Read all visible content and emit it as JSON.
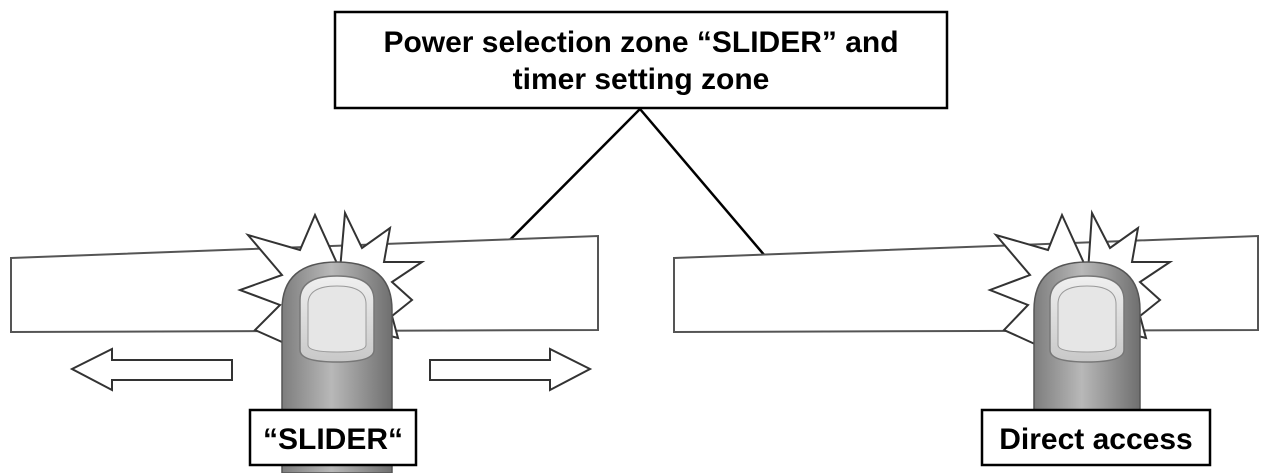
{
  "callout": {
    "line1": "Power selection zone “SLIDER” and",
    "line2": "timer setting zone"
  },
  "left_label": "“SLIDER“",
  "right_label": "Direct access",
  "icons": {
    "finger": "finger-touch-icon",
    "burst": "touch-burst-icon",
    "arrow_left": "arrow-left-icon",
    "arrow_right": "arrow-right-icon"
  },
  "colors": {
    "line": "#000000",
    "panel_stroke": "#555555",
    "finger_fill": "#a9a9a9",
    "nail_fill": "#d9d9d9"
  }
}
